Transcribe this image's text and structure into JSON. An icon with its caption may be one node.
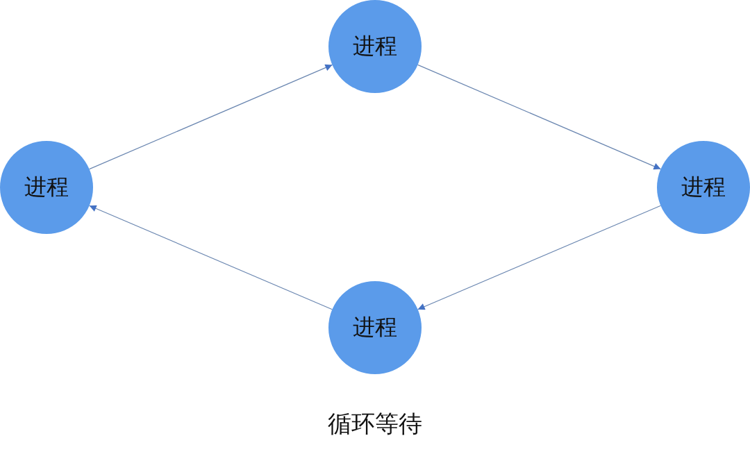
{
  "diagram": {
    "caption": "循环等待",
    "nodes": [
      {
        "text": [
          "进程"
        ]
      },
      {
        "text": [
          "进程"
        ]
      },
      {
        "text": [
          "进程"
        ]
      },
      {
        "text": [
          "进程"
        ]
      }
    ],
    "edges": [
      {
        "from": 0,
        "to": 2,
        "arrow": "to"
      },
      {
        "from": 2,
        "to": 3,
        "arrow": "to"
      },
      {
        "from": 3,
        "to": 1,
        "arrow": "to"
      },
      {
        "from": 1,
        "to": 0,
        "arrow": "to"
      }
    ]
  }
}
